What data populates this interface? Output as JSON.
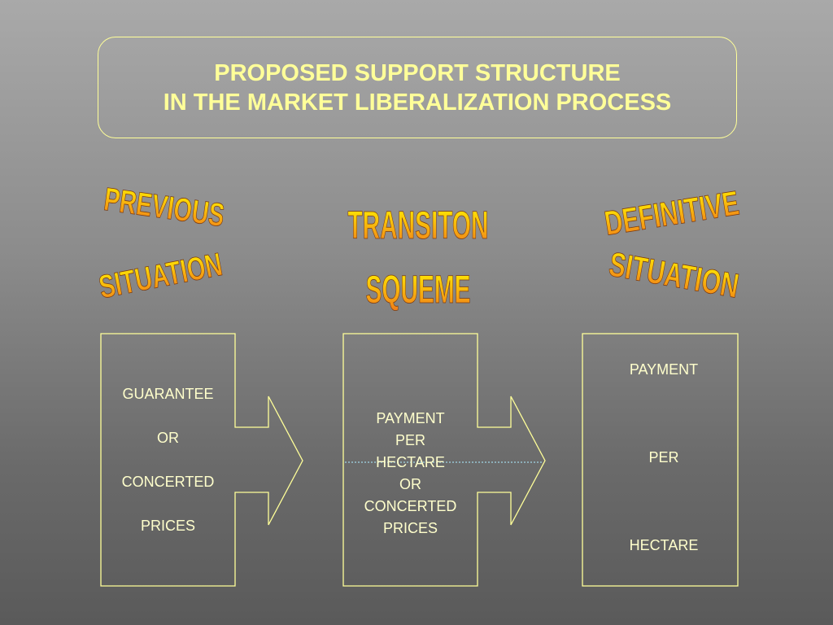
{
  "title": {
    "line1": "PROPOSED SUPPORT STRUCTURE",
    "line2": "IN THE MARKET LIBERALIZATION PROCESS"
  },
  "headings": {
    "previous_line1": "PREVIOUS",
    "previous_line2": "SITUATION",
    "transition_line1": "TRANSITON",
    "transition_line2": "SQUEME",
    "definitive_line1": "DEFINITIVE",
    "definitive_line2": "SITUATION"
  },
  "box1": {
    "l1": "GUARANTEE",
    "l2": "OR",
    "l3": "CONCERTED",
    "l4": "PRICES"
  },
  "box2": {
    "l1": "PAYMENT",
    "l2": "PER",
    "l3": "HECTARE",
    "l4": "OR",
    "l5": "CONCERTED",
    "l6": "PRICES"
  },
  "box3": {
    "l1": "PAYMENT",
    "l2": "PER",
    "l3": "HECTARE"
  },
  "colors": {
    "line": "#ffff99",
    "wordart_top": "#fff200",
    "wordart_bottom": "#f07a1a"
  }
}
